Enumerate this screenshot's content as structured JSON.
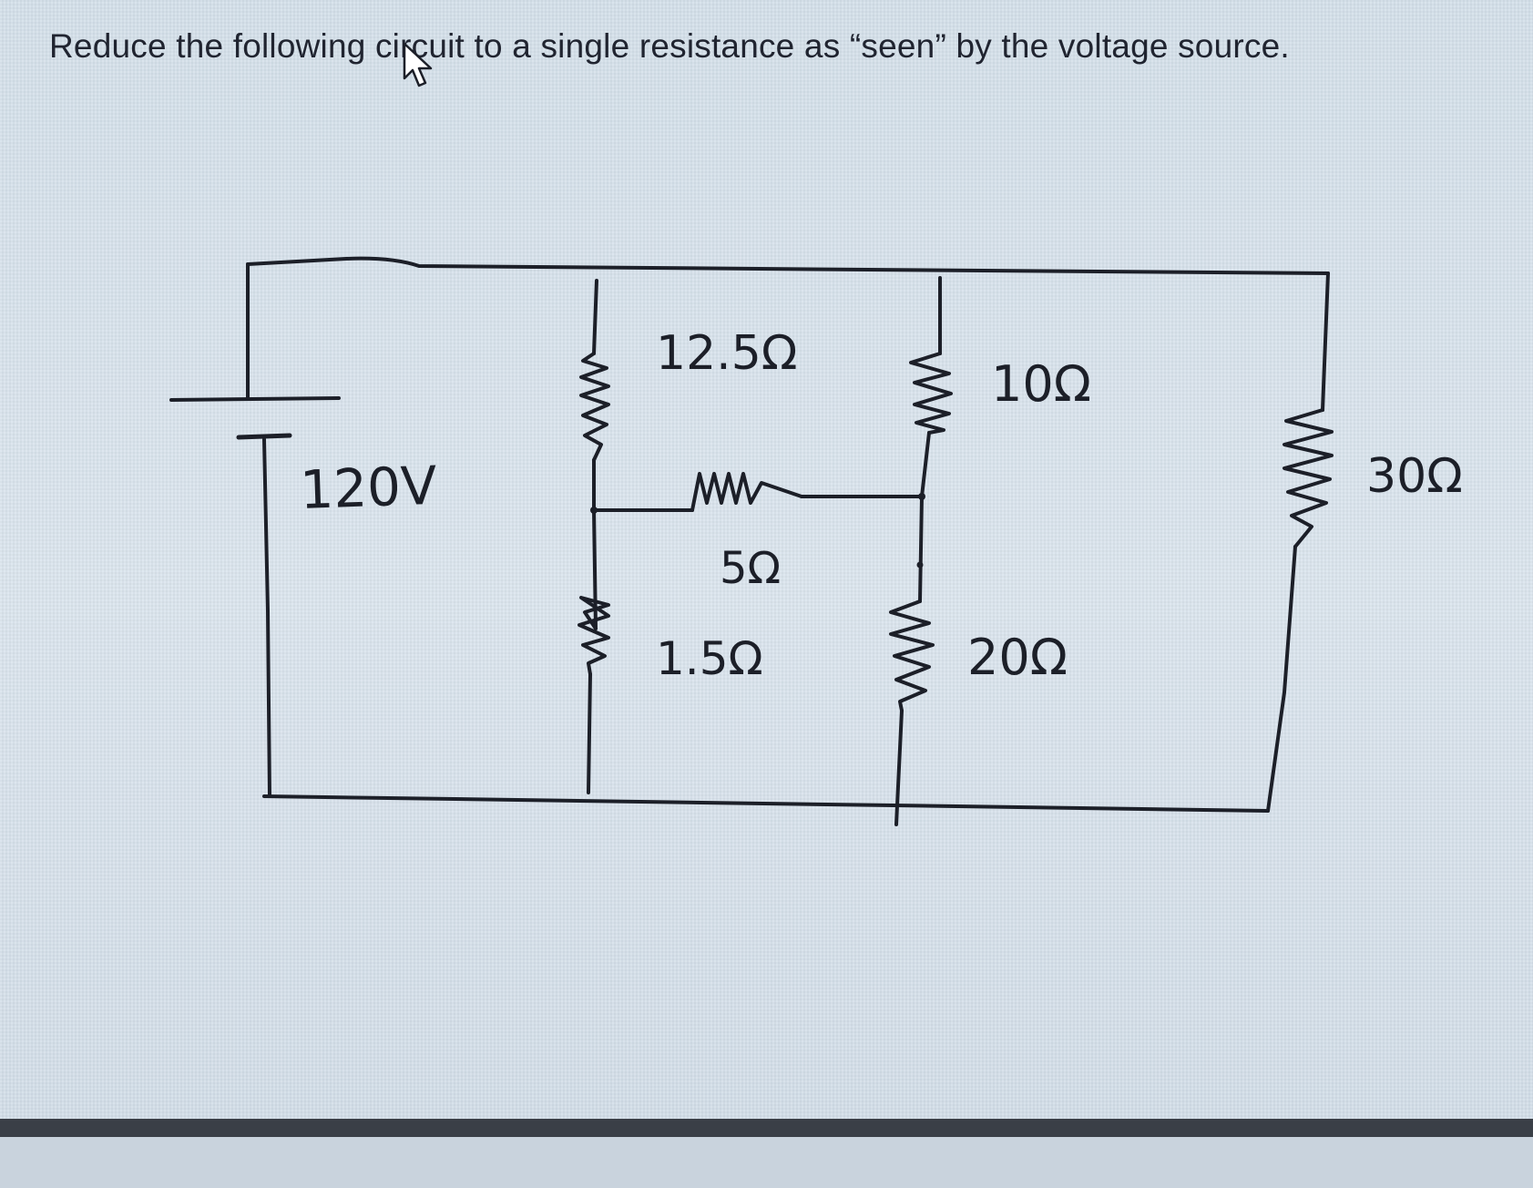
{
  "question": {
    "text": "Reduce the following circuit to a single resistance as “seen” by the voltage source."
  },
  "circuit": {
    "source_label": "120V",
    "resistors": {
      "r_top_left": "12.5Ω",
      "r_top_mid": "10Ω",
      "r_bridge": "5Ω",
      "r_bottom_left": "1.5Ω",
      "r_bottom_mid": "20Ω",
      "r_right": "30Ω"
    }
  },
  "colors": {
    "background": "#d7e2ec",
    "ink": "#1c1f28",
    "bar": "#3a3f47"
  },
  "icons": {
    "cursor": "mouse-pointer-icon"
  }
}
